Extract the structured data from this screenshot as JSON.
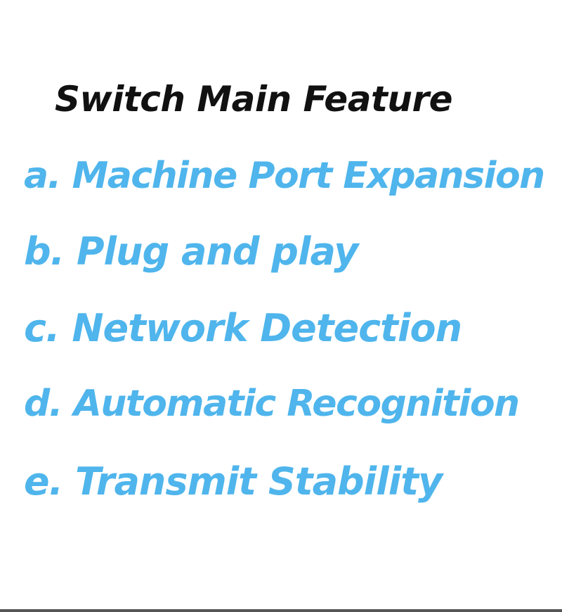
{
  "title": "Switch Main Feature",
  "features": [
    "a. Machine Port Expansion",
    "b. Plug and play",
    "c. Network Detection",
    "d. Automatic Recognition",
    "e. Transmit Stability"
  ],
  "colors": {
    "background": "#ffffff",
    "title_text": "#111111",
    "feature_text": "#4fb5ec",
    "bottom_bar": "#555555"
  }
}
